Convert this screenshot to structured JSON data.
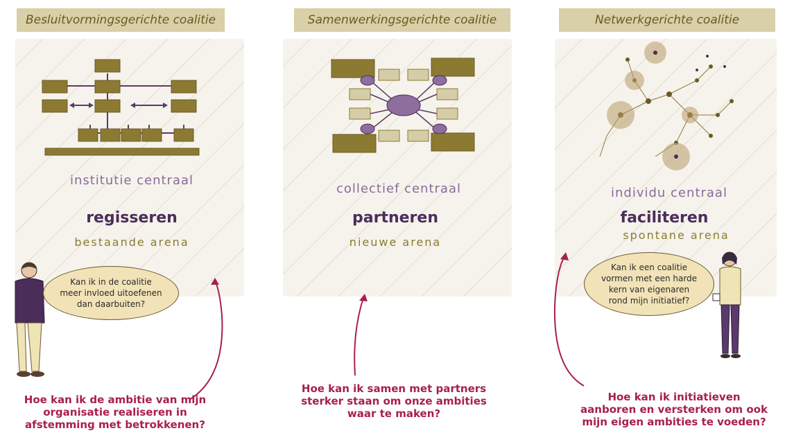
{
  "columns": [
    {
      "title": "Besluitvormingsgerichte coalitie",
      "central": "institutie centraal",
      "verb": "regisseren",
      "arena": "bestaande arena",
      "bubble": "Kan ik in de coalitie meer invloed uitoefenen dan daarbuiten?",
      "question": "Hoe kan ik de ambitie van mijn organisatie realiseren in afstemming met betrokkenen?"
    },
    {
      "title": "Samenwerkingsgerichte coalitie",
      "central": "collectief centraal",
      "verb": "partneren",
      "arena": "nieuwe arena",
      "question": "Hoe kan ik samen met partners sterker staan om onze ambities waar te maken?"
    },
    {
      "title": "Netwerkgerichte coalitie",
      "central": "individu centraal",
      "verb": "faciliteren",
      "arena": "spontane arena",
      "bubble": "Kan ik een coalitie vormen met een harde kern van eigenaren rond mijn initiatief?",
      "question": "Hoe kan ik initiatieven aanboren en versterken om ook mijn eigen ambities te voeden?"
    }
  ],
  "colors": {
    "olive": "#8c7a33",
    "purple": "#5a3a6a",
    "banner": "#d9cfa8",
    "question": "#a81f4e"
  }
}
